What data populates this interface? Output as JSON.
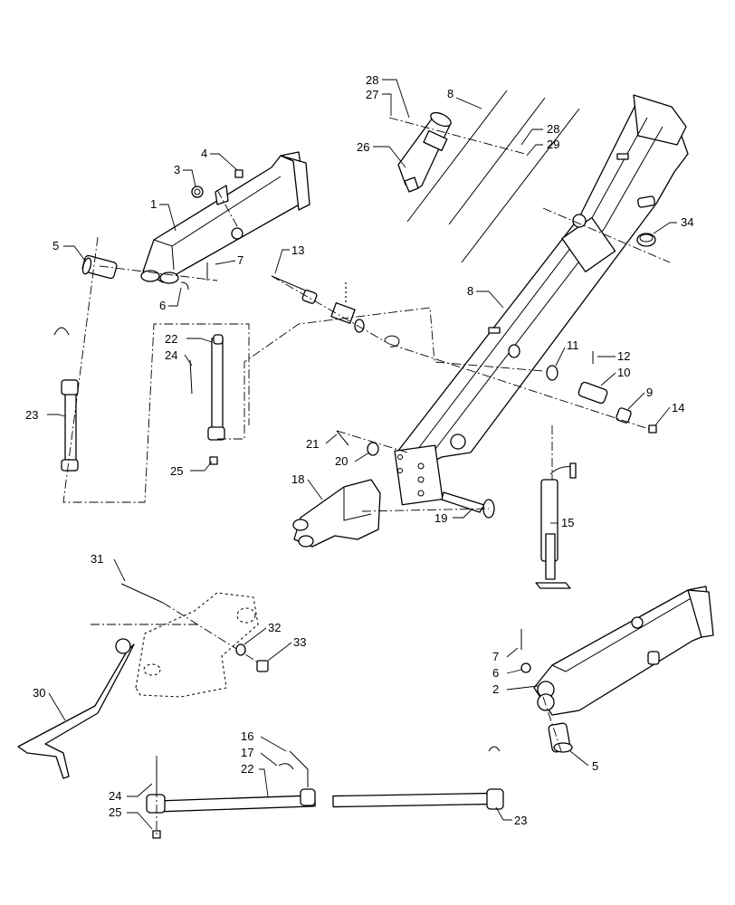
{
  "callouts": [
    {
      "id": "c28a",
      "text": "28"
    },
    {
      "id": "c27",
      "text": "27"
    },
    {
      "id": "c8a",
      "text": "8"
    },
    {
      "id": "c28b",
      "text": "28"
    },
    {
      "id": "c29",
      "text": "29"
    },
    {
      "id": "c26",
      "text": "26"
    },
    {
      "id": "c34",
      "text": "34"
    },
    {
      "id": "c4",
      "text": "4"
    },
    {
      "id": "c3",
      "text": "3"
    },
    {
      "id": "c1",
      "text": "1"
    },
    {
      "id": "c5a",
      "text": "5"
    },
    {
      "id": "c7a",
      "text": "7"
    },
    {
      "id": "c6a",
      "text": "6"
    },
    {
      "id": "c13",
      "text": "13"
    },
    {
      "id": "c8b",
      "text": "8"
    },
    {
      "id": "c22a",
      "text": "22"
    },
    {
      "id": "c24a",
      "text": "24"
    },
    {
      "id": "c23a",
      "text": "23"
    },
    {
      "id": "c11",
      "text": "11"
    },
    {
      "id": "c12",
      "text": "12"
    },
    {
      "id": "c10",
      "text": "10"
    },
    {
      "id": "c9",
      "text": "9"
    },
    {
      "id": "c14",
      "text": "14"
    },
    {
      "id": "c21",
      "text": "21"
    },
    {
      "id": "c20",
      "text": "20"
    },
    {
      "id": "c25a",
      "text": "25"
    },
    {
      "id": "c18",
      "text": "18"
    },
    {
      "id": "c19",
      "text": "19"
    },
    {
      "id": "c15",
      "text": "15"
    },
    {
      "id": "c31",
      "text": "31"
    },
    {
      "id": "c32",
      "text": "32"
    },
    {
      "id": "c33",
      "text": "33"
    },
    {
      "id": "c30",
      "text": "30"
    },
    {
      "id": "c7b",
      "text": "7"
    },
    {
      "id": "c6b",
      "text": "6"
    },
    {
      "id": "c2",
      "text": "2"
    },
    {
      "id": "c5b",
      "text": "5"
    },
    {
      "id": "c16",
      "text": "16"
    },
    {
      "id": "c17",
      "text": "17"
    },
    {
      "id": "c22b",
      "text": "22"
    },
    {
      "id": "c24b",
      "text": "24"
    },
    {
      "id": "c25b",
      "text": "25"
    },
    {
      "id": "c23b",
      "text": "23"
    }
  ]
}
